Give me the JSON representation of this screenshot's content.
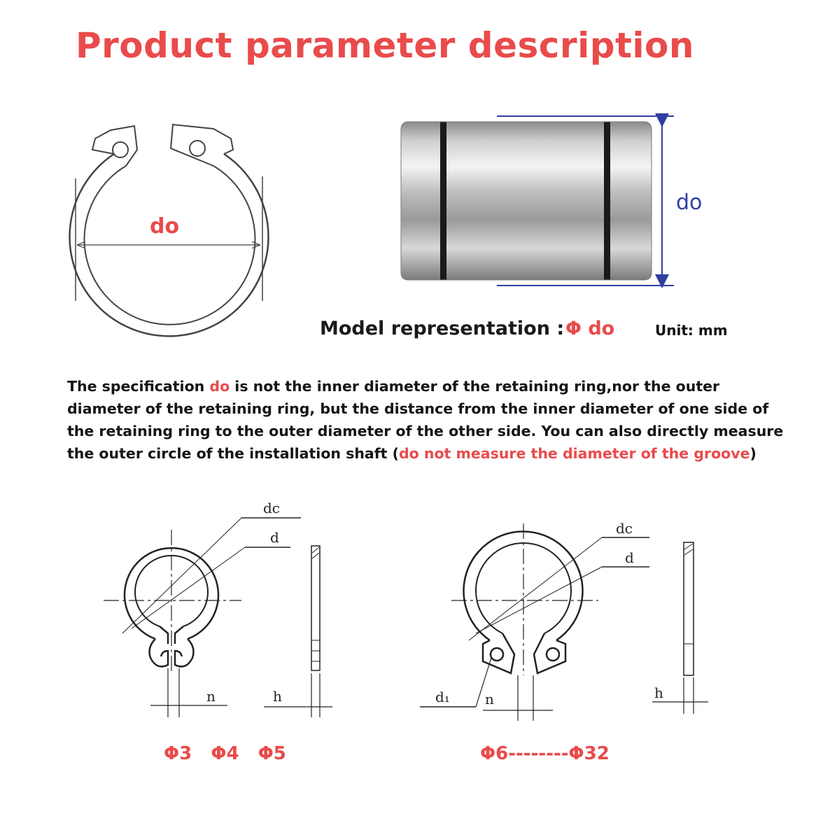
{
  "title": "Product parameter description",
  "ring_photo": {
    "label": "do",
    "accent": "#e94b4b"
  },
  "shaft_photo": {
    "label": "do",
    "dimension_color": "#2f3fa0"
  },
  "model": {
    "label": "Model representation :",
    "value": "Φ do",
    "unit": "Unit: mm"
  },
  "description": {
    "p1": "The specification ",
    "h1": "do",
    "p2": " is not the inner diameter of the retaining ring,nor the outer diameter of the retaining ring, but the distance from the inner diameter of one side of the retaining ring to the outer diameter of the other side. You can also directly measure the outer circle of the installation shaft (",
    "h2": "do not measure the diameter of the groove",
    "p3": ")"
  },
  "drawing_small": {
    "labels": {
      "dc": "dc",
      "d": "d",
      "n": "n",
      "h": "h"
    },
    "range": "Φ3   Φ4   Φ5"
  },
  "drawing_large": {
    "labels": {
      "dc": "dc",
      "d": "d",
      "d1": "d₁",
      "n": "n",
      "h": "h"
    },
    "range": "Φ6--------Φ32"
  }
}
